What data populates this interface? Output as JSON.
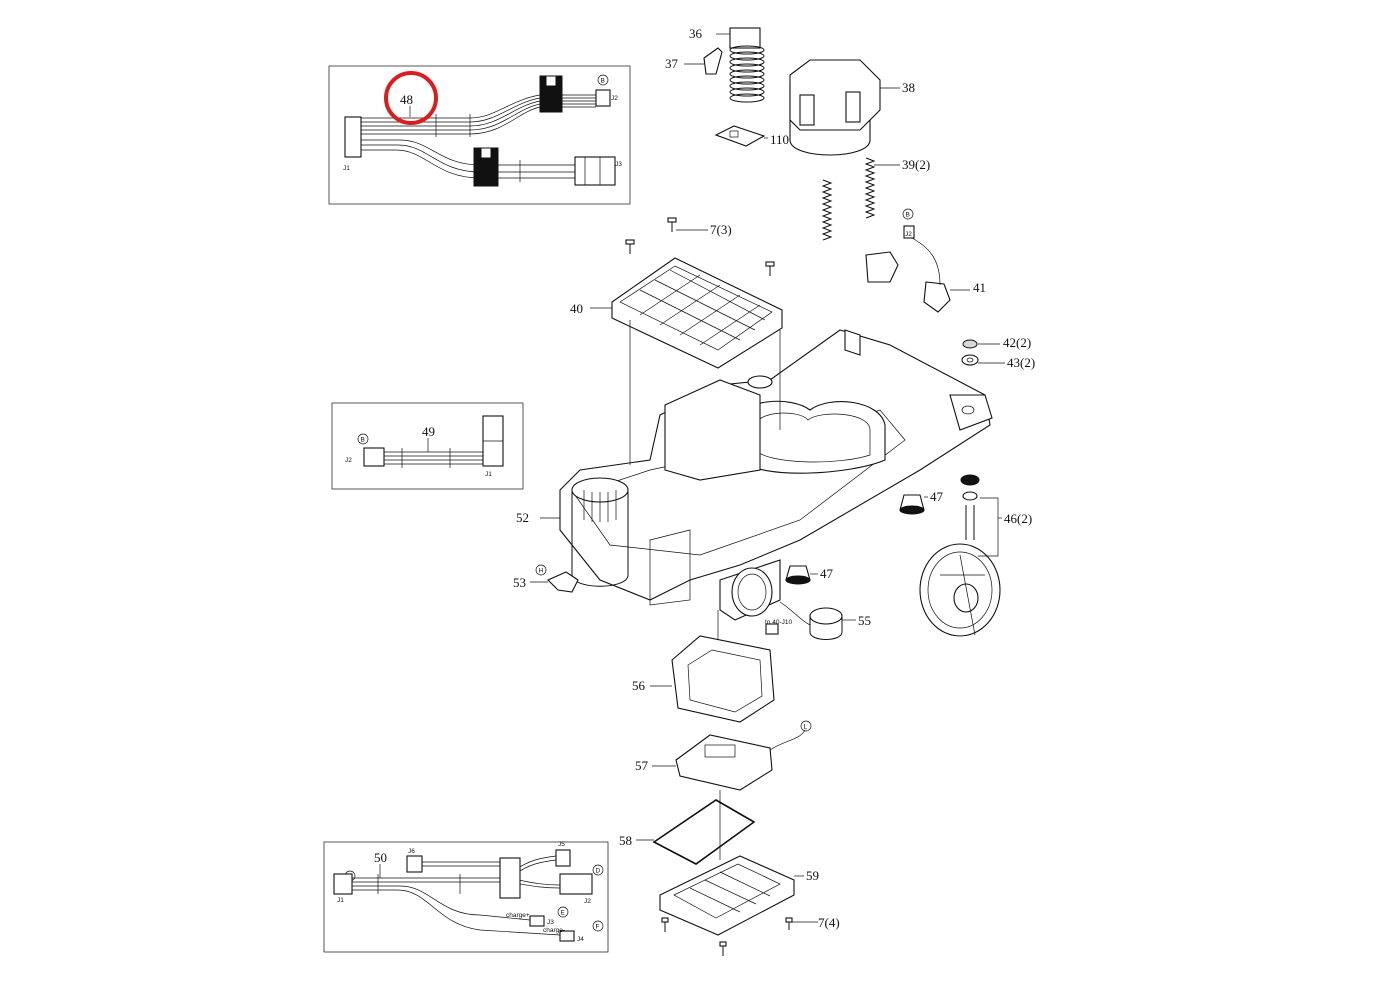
{
  "highlight_color": "#d81e1e",
  "callouts": {
    "c36": "36",
    "c37": "37",
    "c38": "38",
    "c110": "110",
    "c39": "39(2)",
    "c7a": "7(3)",
    "c41": "41",
    "c40": "40",
    "c42": "42(2)",
    "c43": "43(2)",
    "c47a": "47",
    "c46": "46(2)",
    "c52": "52",
    "c53": "53",
    "c47b": "47",
    "c55": "55",
    "c56": "56",
    "c57": "57",
    "c58": "58",
    "c59": "59",
    "c7b": "7(4)"
  },
  "inset48": {
    "number": "48",
    "connectors": {
      "j1": "J1",
      "j2": "J2",
      "j3": "J3"
    },
    "markers": {
      "j2": "B"
    }
  },
  "inset49": {
    "number": "49",
    "connectors": {
      "j2": "J2",
      "j1": "J1"
    },
    "markers": {
      "j2": "B"
    }
  },
  "inset50": {
    "number": "50",
    "connectors": {
      "j1": "J1",
      "j6": "J6",
      "j5": "J5",
      "j2": "J2",
      "j3": "J3",
      "j4": "J4"
    },
    "charge_a": "charge+",
    "charge_b": "charge-",
    "markers": {
      "j1": "B",
      "j2": "D",
      "j3": "E",
      "j4": "F"
    }
  },
  "part_markers": {
    "m41": "B",
    "m53": "H",
    "m57": "L"
  },
  "part_texts": {
    "t41": "J2",
    "t55": "to 40-J10"
  }
}
